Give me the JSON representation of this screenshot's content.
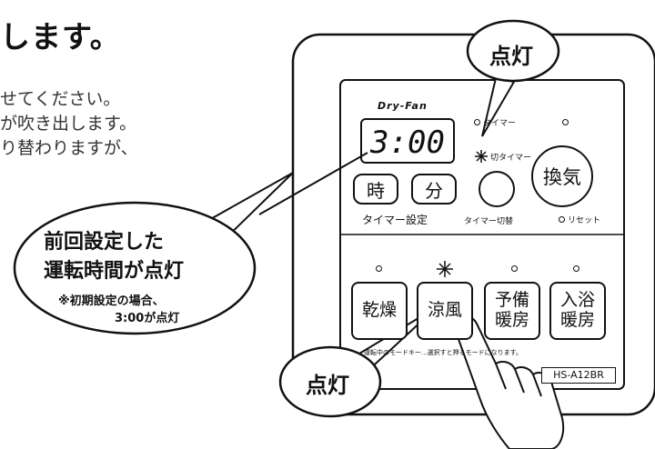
{
  "heading": "します。",
  "body_lines": [
    "せてください。",
    "が吹き出します。",
    "り替わりますが、"
  ],
  "panel": {
    "brand": "Dry-Fan",
    "display_time": "3:00",
    "timer_label": "タイマー",
    "off_timer_label": "切タイマー",
    "hour_button": "時",
    "minute_button": "分",
    "ventilation_button": "換気",
    "timer_setting_label": "タイマー設定",
    "timer_toggle_label": "タイマー切替",
    "reset_label": "リセット",
    "modes": [
      {
        "line1": "乾燥",
        "line2": ""
      },
      {
        "line1": "涼風",
        "line2": ""
      },
      {
        "line1": "予備",
        "line2": "暖房"
      },
      {
        "line1": "入浴",
        "line2": "暖房"
      }
    ],
    "footnote": "運転中のモードキー...選択すと押るモードになります。",
    "model": "HS-A12BR"
  },
  "callouts": {
    "top": "点灯",
    "left_line1": "前回設定した",
    "left_line2": "運転時間が点灯",
    "note_line1": "※初期設定の場合、",
    "note_line2": "3:00が点灯",
    "bottom": "点灯"
  }
}
